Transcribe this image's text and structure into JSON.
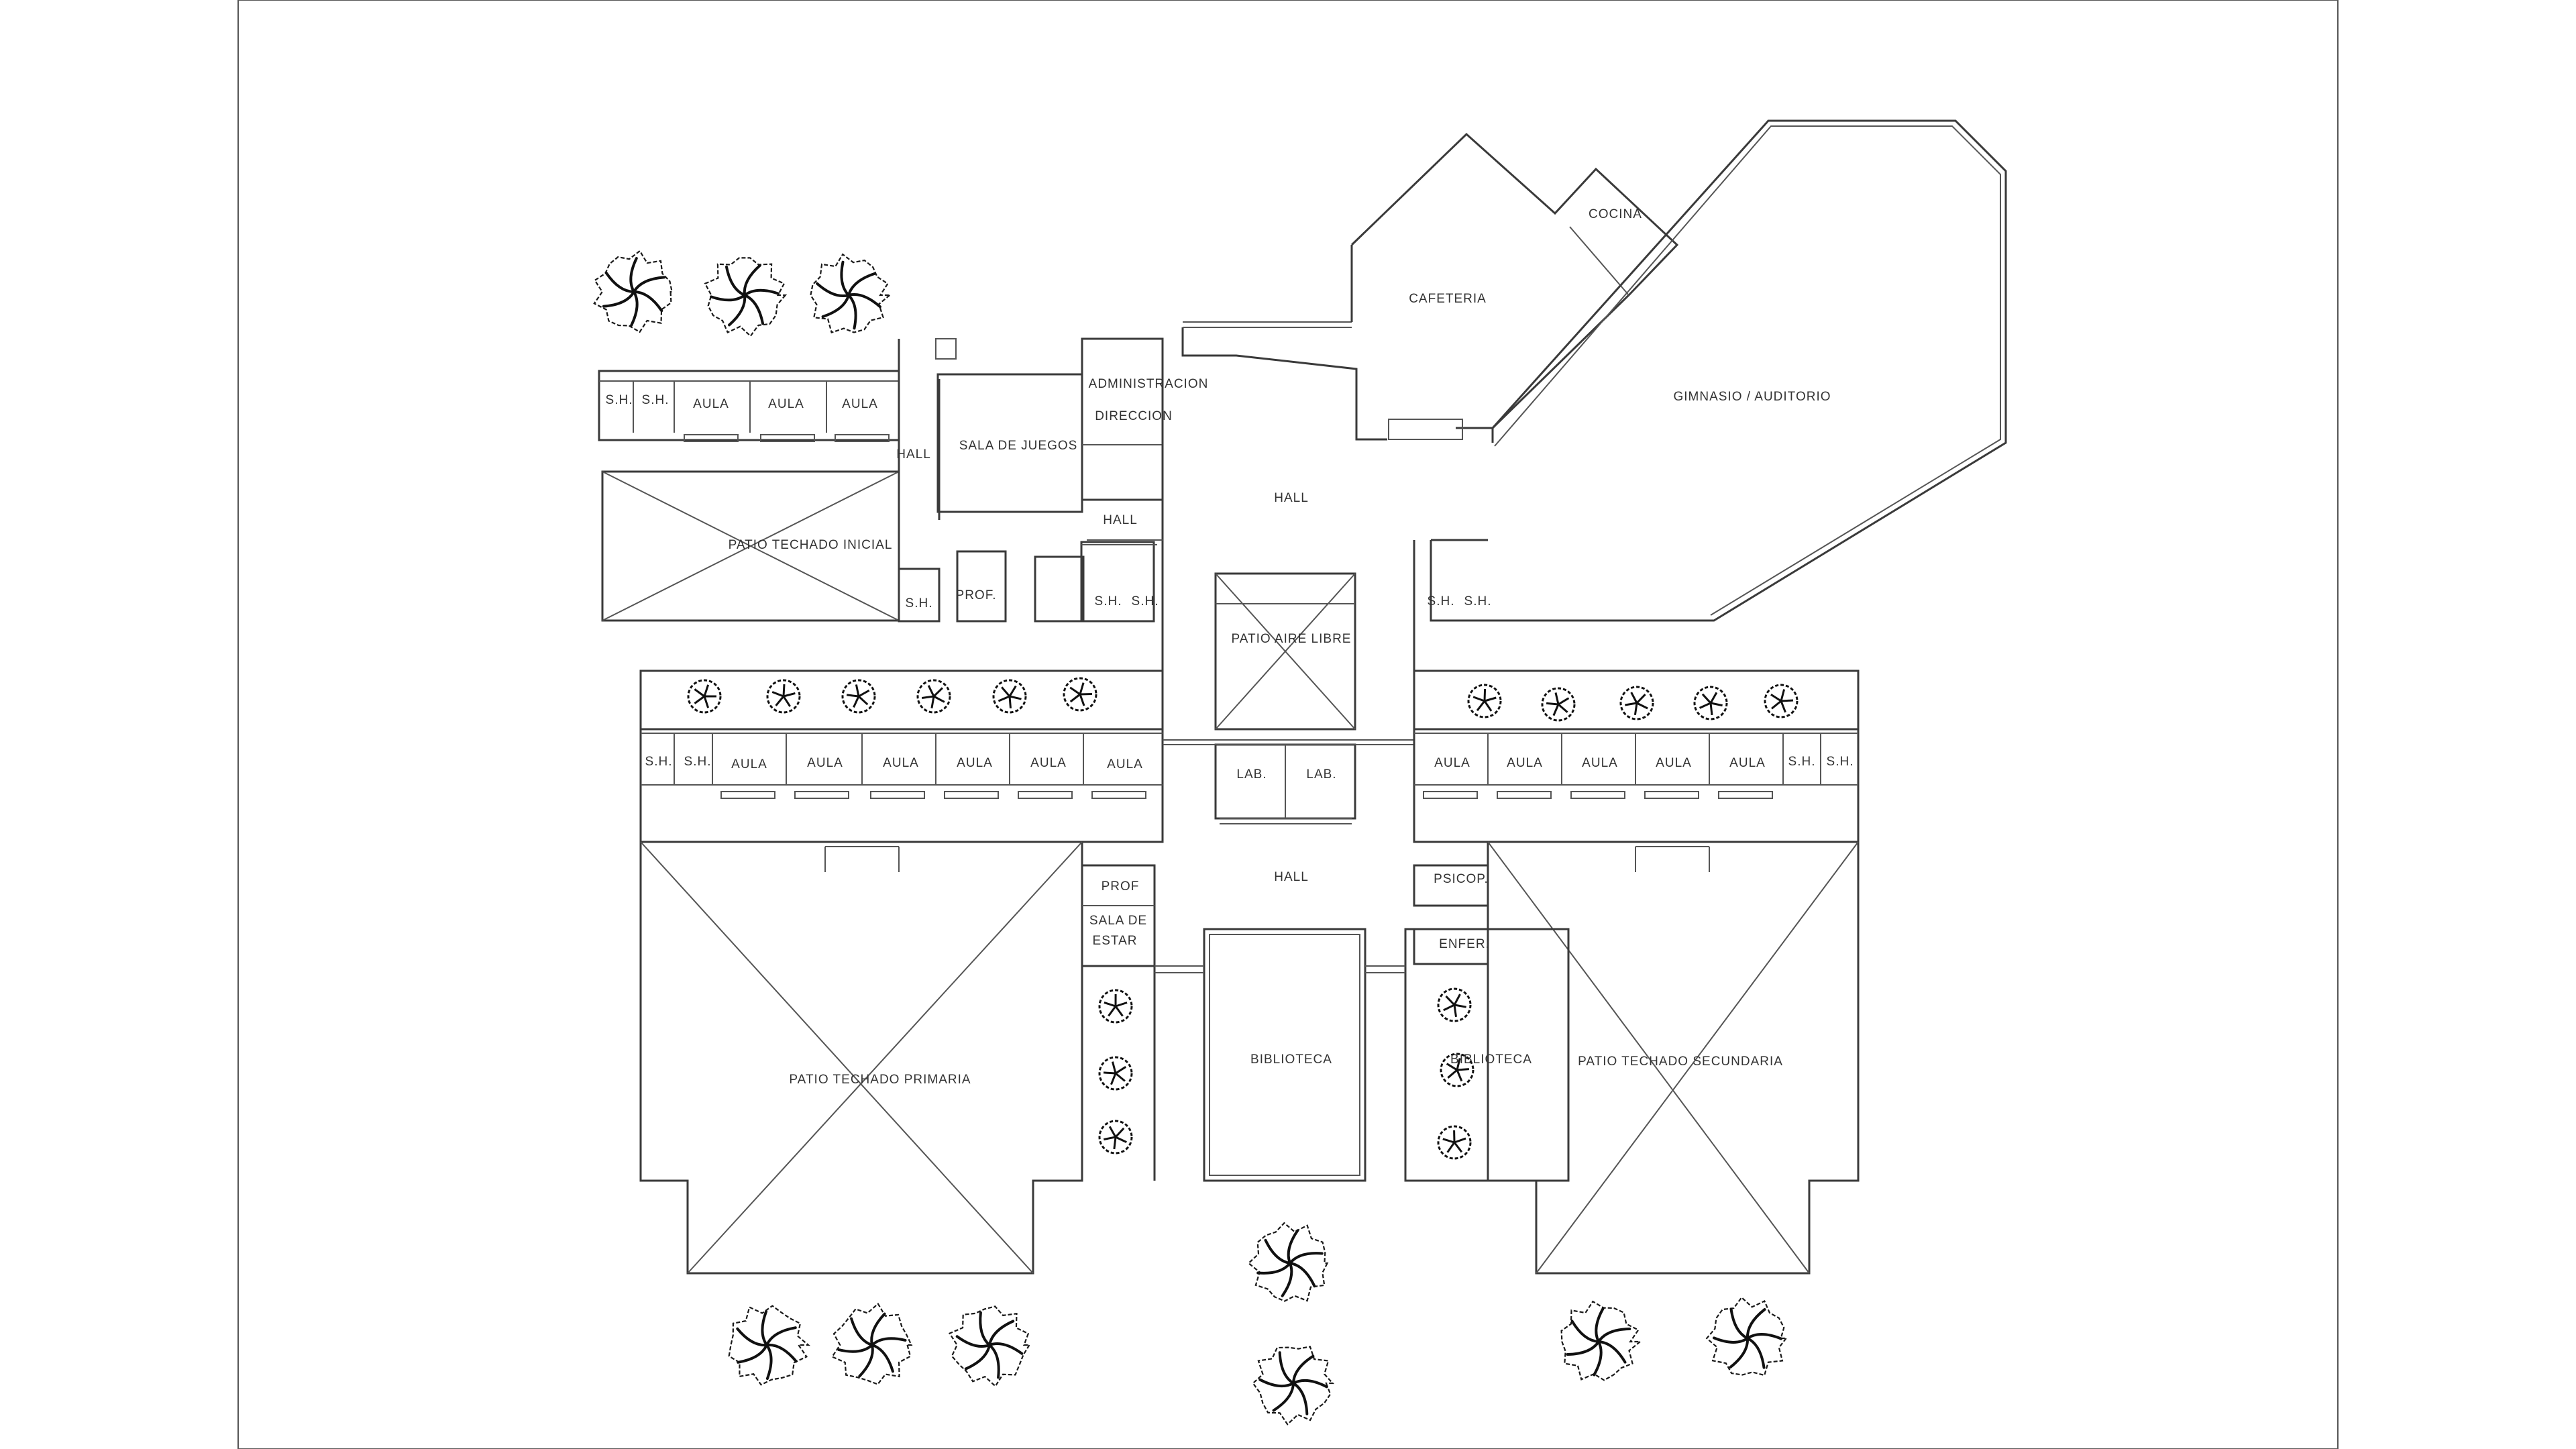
{
  "plan": {
    "rooms": {
      "sh": "S.H.",
      "aula": "AULA",
      "hall": "HALL",
      "sala_juegos": "SALA  DE  JUEGOS",
      "administracion": "ADMINISTRACION",
      "direccion": "DIRECCION",
      "patio_inicial": "PATIO  TECHADO  INICIAL",
      "prof_dot": "PROF.",
      "patio_aire_libre": "PATIO  AIRE  LIBRE",
      "lab": "LAB.",
      "cafeteria": "CAFETERIA",
      "cocina": "COCINA",
      "gimnasio": "GIMNASIO  /  AUDITORIO",
      "prof": "PROF",
      "sala_de": "SALA  DE",
      "estar": "ESTAR",
      "psicop": "PSICOP.",
      "enfer": "ENFER.",
      "biblioteca": "BIBLIOTECA",
      "patio_primaria": "PATIO  TECHADO  PRIMARIA",
      "patio_secundaria": "PATIO  TECHADO  SECUNDARIA"
    }
  }
}
